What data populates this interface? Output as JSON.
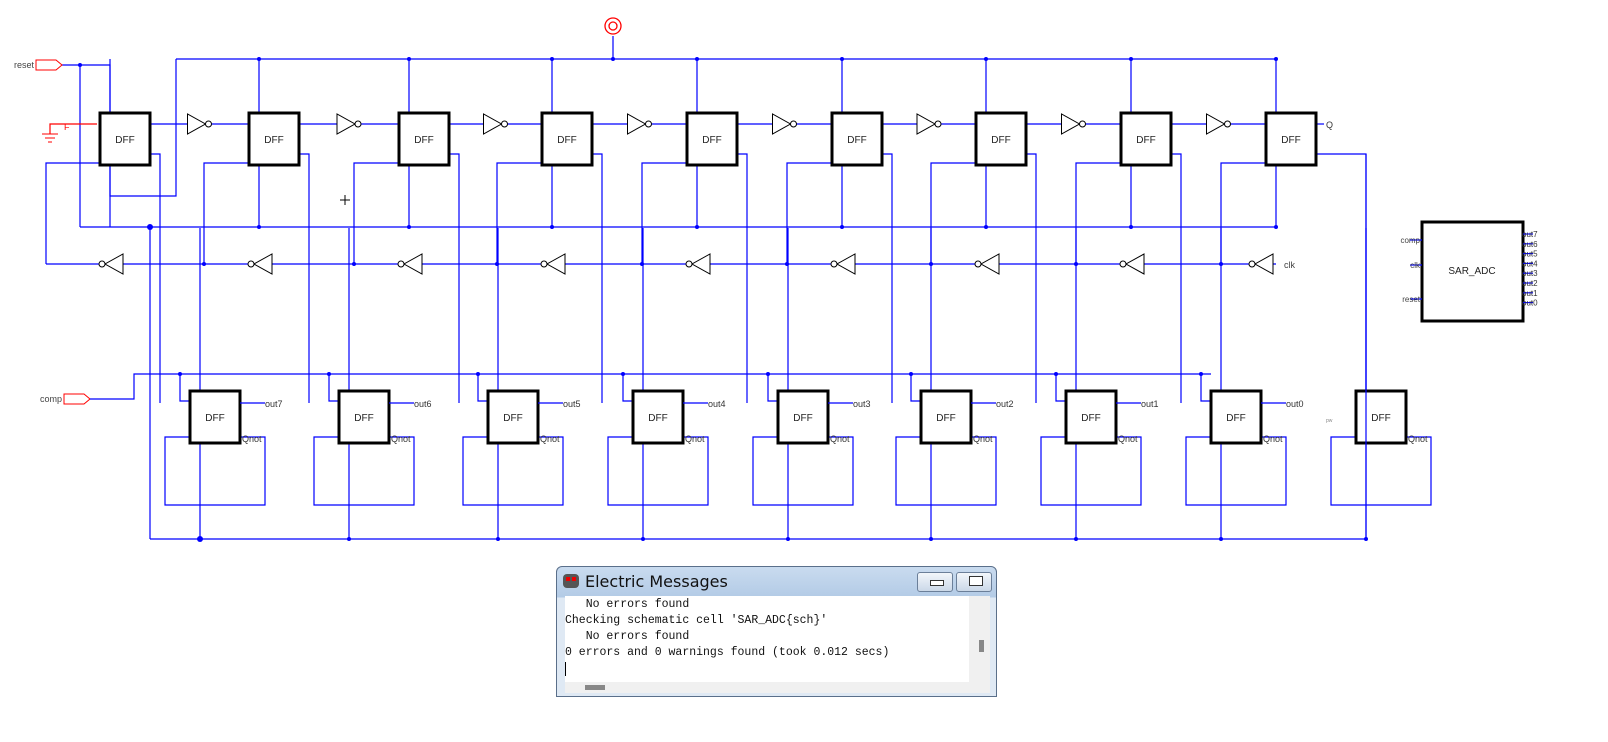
{
  "schematic": {
    "cell": "SAR_ADC",
    "gate_label": "DFF",
    "top_q_label": "Q",
    "qnot_label": "Qnot",
    "ground_label": "F",
    "pw_label": "pw",
    "inputs": {
      "reset": "reset",
      "comp": "comp",
      "clk": "clk"
    },
    "outputs": [
      "out7",
      "out6",
      "out5",
      "out4",
      "out3",
      "out2",
      "out1",
      "out0"
    ],
    "wire_color": "#0000ff",
    "export_color": "#ff0000",
    "icon_block": {
      "title": "SAR_ADC",
      "inputs": [
        "comp",
        "clk",
        "reset"
      ],
      "outputs": [
        "out7",
        "out6",
        "out5",
        "out4",
        "out3",
        "out2",
        "out1",
        "out0"
      ]
    }
  },
  "messages": {
    "title": "Electric Messages",
    "lines": [
      "   No errors found",
      "Checking schematic cell 'SAR_ADC{sch}'",
      "   No errors found",
      "0 errors and 0 warnings found (took 0.012 secs)"
    ]
  }
}
